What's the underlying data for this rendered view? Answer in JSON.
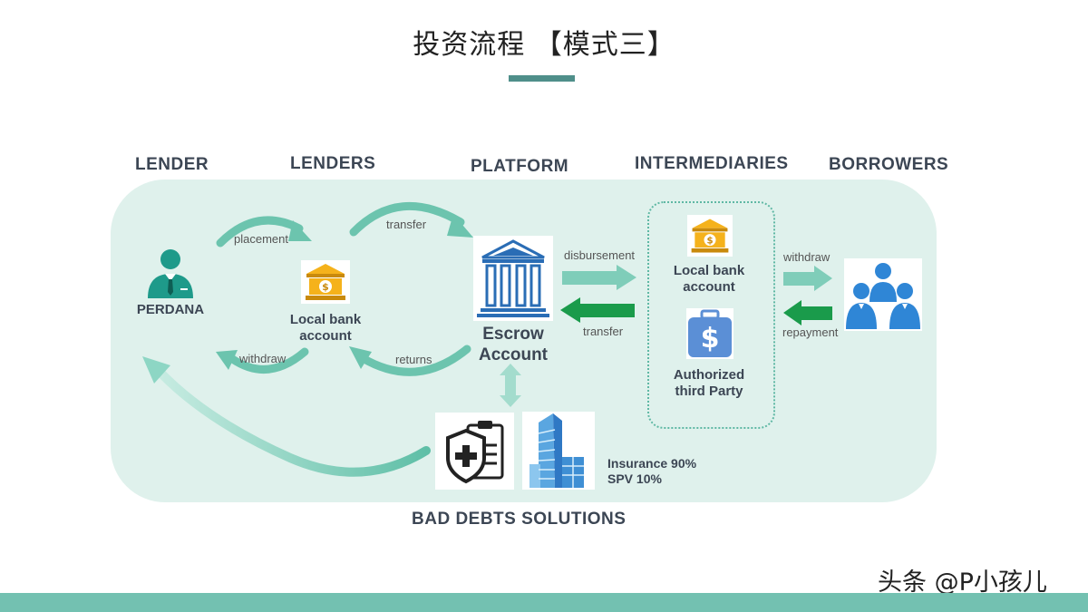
{
  "title": "投资流程 【模式三】",
  "columns": {
    "lender": "LENDER",
    "lenders": "LENDERS",
    "platform": "PLATFORM",
    "intermediaries": "INTERMEDIARIES",
    "borrowers": "BORROWERS"
  },
  "nodes": {
    "perdana": "PERDANA",
    "lenders_bank_line1": "Local bank",
    "lenders_bank_line2": "account",
    "escrow_line1": "Escrow",
    "escrow_line2": "Account",
    "inter_bank_line1": "Local bank",
    "inter_bank_line2": "account",
    "third_party_line1": "Authorized",
    "third_party_line2": "third Party"
  },
  "flows": {
    "placement": "placement",
    "withdraw_left": "withdraw",
    "transfer_top": "transfer",
    "returns": "returns",
    "disbursement": "disbursement",
    "transfer_back": "transfer",
    "withdraw_right": "withdraw",
    "repayment": "repayment"
  },
  "bad_debts": {
    "insurance": "Insurance 90%",
    "spv": "SPV 10%",
    "label": "BAD DEBTS SOLUTIONS"
  },
  "watermark": "头条 @P小孩儿",
  "colors": {
    "panel": "#dff1ec",
    "teal_arrow": "#7fcdb9",
    "green_arrow": "#1a9b4b",
    "icon_blue": "#2a6db5",
    "bank_gold": "#f5b21b",
    "accent_bar": "#4f8f8a"
  },
  "icons": [
    "person-icon",
    "bank-icon",
    "columns-bank-icon",
    "money-bag-icon",
    "users-group-icon",
    "insurance-shield-icon",
    "building-icon"
  ]
}
